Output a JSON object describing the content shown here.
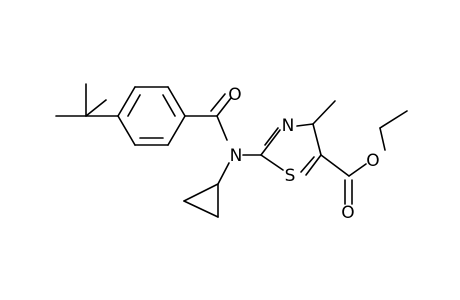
{
  "molecule": {
    "atoms": {
      "N_amide": "N",
      "O_amide": "O",
      "N_thiazole": "N",
      "S_thiazole": "S",
      "O_ester_carbonyl": "O",
      "O_ester_ether": "O"
    },
    "colors": {
      "bond": "#000000",
      "label": "#000000",
      "background": "#ffffff"
    }
  }
}
